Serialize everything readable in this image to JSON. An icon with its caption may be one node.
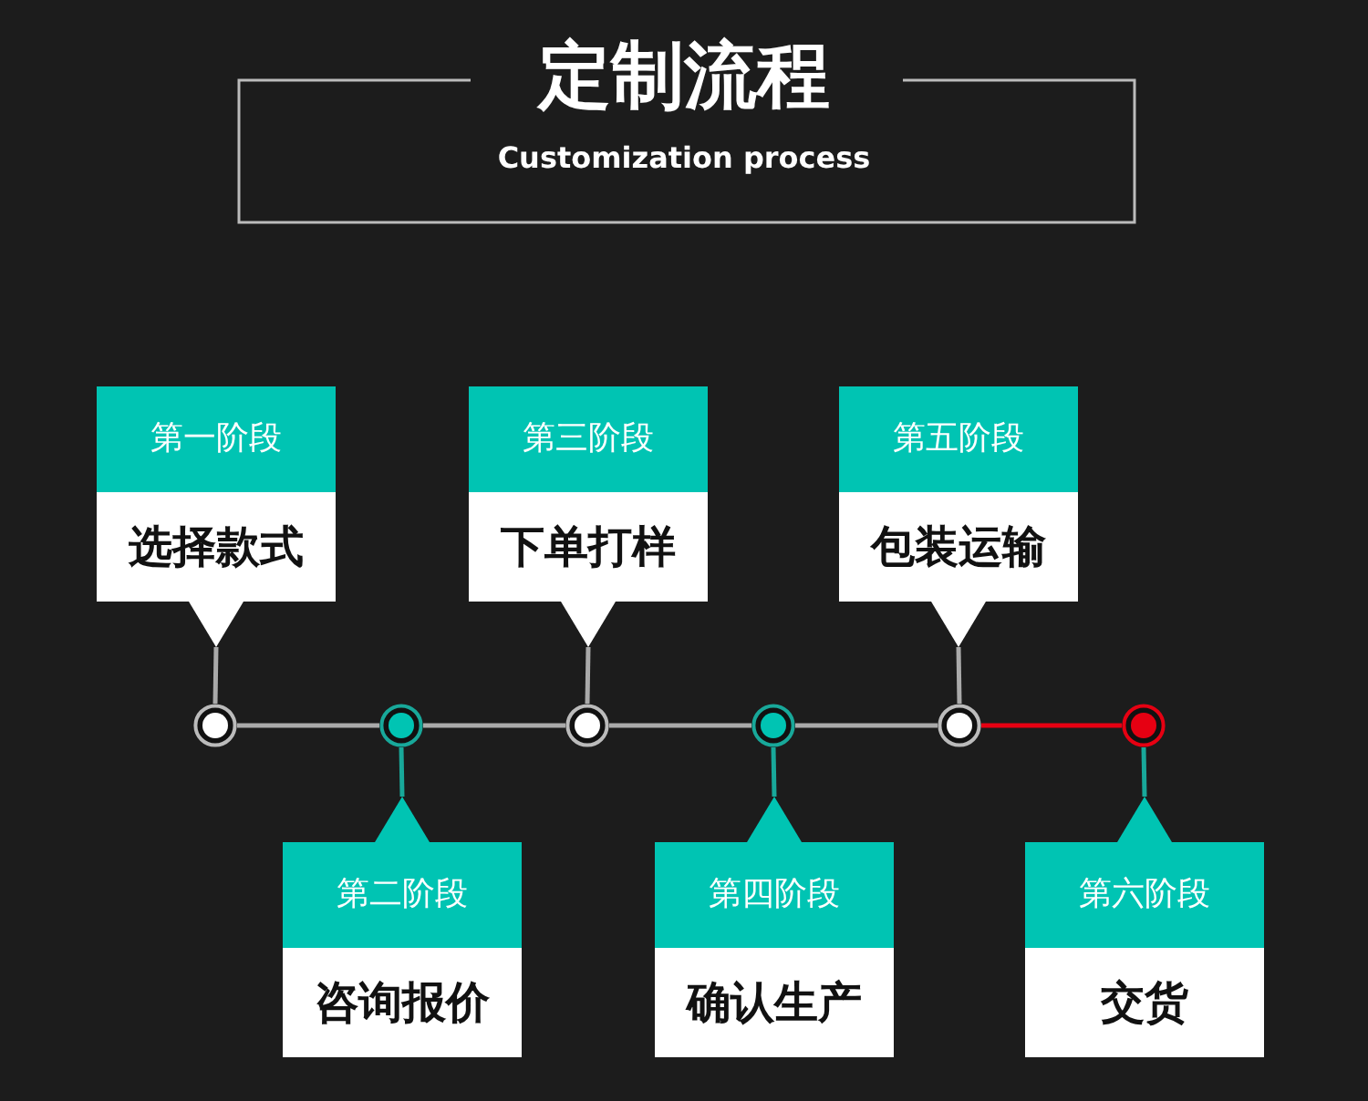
{
  "diagram": {
    "title": "定制流程",
    "nodes": [
      {
        "text": [
          "第一阶段",
          "选择款式"
        ]
      },
      {
        "text": [
          "第二阶段",
          "咨询报价"
        ]
      },
      {
        "text": [
          "第三阶段",
          "下单打样"
        ]
      },
      {
        "text": [
          "第四阶段",
          "确认生产"
        ]
      },
      {
        "text": [
          "第五阶段",
          "包装运输"
        ]
      },
      {
        "text": [
          "第六阶段",
          "交货"
        ]
      },
      {
        "text": [],
        "shape": "circle"
      },
      {
        "text": [],
        "shape": "circle"
      },
      {
        "text": [],
        "shape": "circle"
      },
      {
        "text": [],
        "shape": "circle"
      },
      {
        "text": [],
        "shape": "circle"
      },
      {
        "text": [],
        "shape": "circle"
      }
    ],
    "edges": [
      {
        "from": 6,
        "to": 7,
        "arrow": "none"
      },
      {
        "from": 7,
        "to": 8,
        "arrow": "none"
      },
      {
        "from": 8,
        "to": 9,
        "arrow": "none"
      },
      {
        "from": 9,
        "to": 10,
        "arrow": "none"
      },
      {
        "from": 10,
        "to": 11,
        "arrow": "none",
        "color": "#e60012"
      },
      {
        "from": 0,
        "to": 6,
        "arrow": "none"
      },
      {
        "from": 7,
        "to": 1,
        "arrow": "none",
        "color": "#18a89a"
      },
      {
        "from": 2,
        "to": 8,
        "arrow": "none"
      },
      {
        "from": 9,
        "to": 3,
        "arrow": "none",
        "color": "#18a89a"
      },
      {
        "from": 4,
        "to": 10,
        "arrow": "none"
      },
      {
        "from": 11,
        "to": 5,
        "arrow": "none",
        "color": "#18a89a"
      }
    ],
    "labels": [
      "Customization process"
    ]
  }
}
